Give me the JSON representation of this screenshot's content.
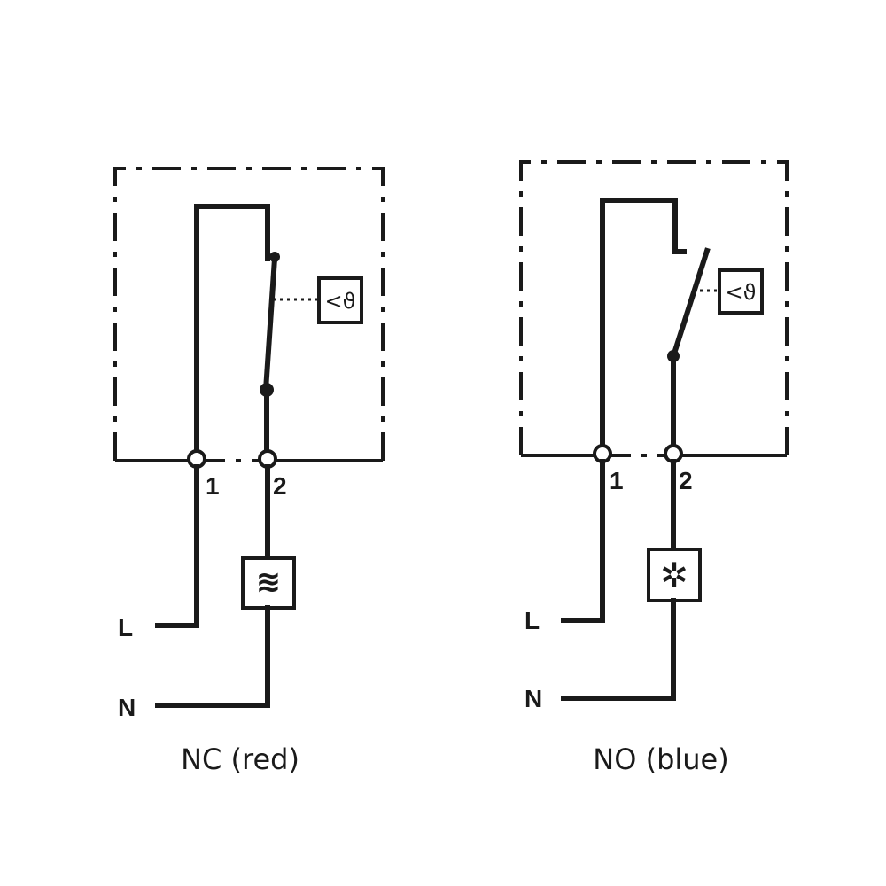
{
  "diagrams": [
    {
      "caption": "NC (red)",
      "terminal_1": "1",
      "terminal_2": "2",
      "line_label": "L",
      "neutral_label": "N",
      "sensor_symbol": "<ϑ",
      "load_symbol": "≋",
      "load_icon": "heater-icon"
    },
    {
      "caption": "NO (blue)",
      "terminal_1": "1",
      "terminal_2": "2",
      "line_label": "L",
      "neutral_label": "N",
      "sensor_symbol": "<ϑ",
      "load_symbol": "✲",
      "load_icon": "fan-icon"
    }
  ]
}
